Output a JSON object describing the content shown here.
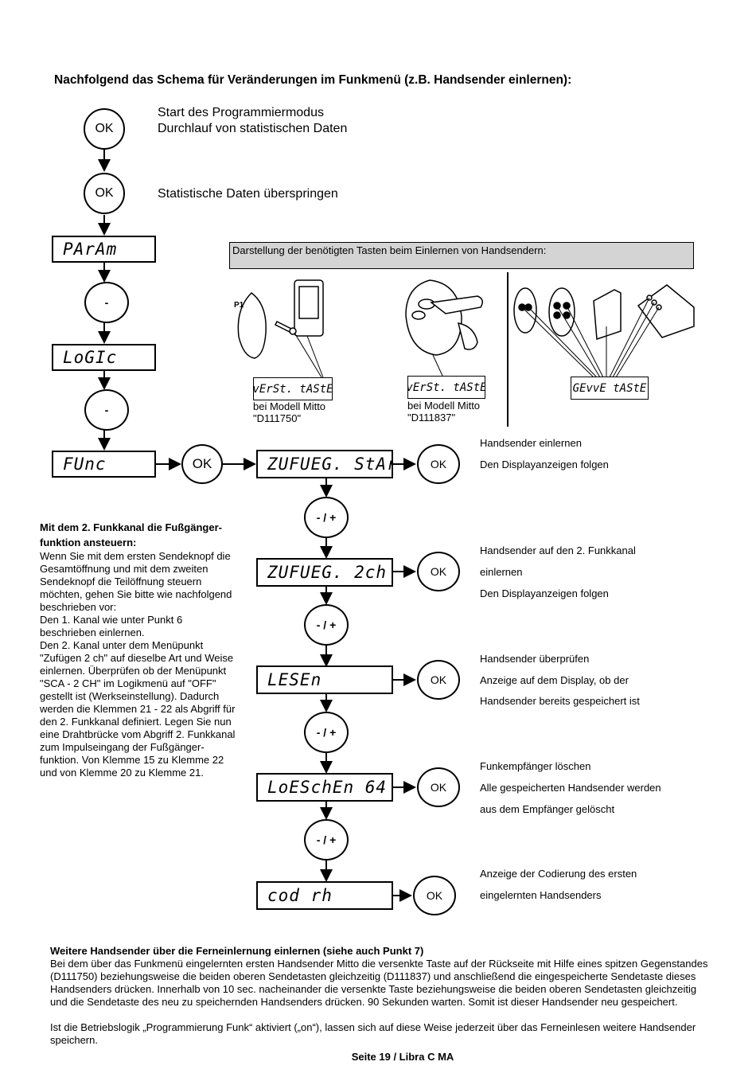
{
  "heading": "Nachfolgend das Schema für Veränderungen im Funkmenü (z.B. Handsender einlernen):",
  "ok_label": "OK",
  "dash_label": "-",
  "plusminus_label": "- / +",
  "start_text": [
    "Start des Programmiermodus",
    "Durchlauf von statistischen Daten"
  ],
  "skip_text": "Statistische Daten überspringen",
  "displays": {
    "param": "PArAm",
    "logic": "LoGIc",
    "func": "FUnc",
    "zufueg_start": "ZUFUEG. StArt",
    "zufueg_2ch": "ZUFUEG. 2ch",
    "lesen": "LESEn",
    "loeschen": "LoESchEn 64",
    "cod": "cod rh"
  },
  "keys_panel": {
    "title": "Darstellung der benötigten Tasten beim Einlernen von Handsendern:",
    "key1": "vErSt. tAStE",
    "key2": "vErSt. tAStE",
    "key3": "GEvvE tAStE",
    "model1": [
      "bei Modell Mitto",
      "\"D111750\""
    ],
    "model2": [
      "bei Modell Mitto",
      "\"D111837\""
    ]
  },
  "steps": [
    {
      "lines": [
        "Handsender einlernen",
        "Den Displayanzeigen folgen"
      ]
    },
    {
      "lines": [
        "Handsender auf den 2. Funkkanal",
        "einlernen",
        "Den Displayanzeigen folgen"
      ]
    },
    {
      "lines": [
        "Handsender überprüfen",
        "Anzeige auf dem Display, ob der",
        "Handsender bereits gespeichert ist"
      ]
    },
    {
      "lines": [
        "Funkempfänger löschen",
        "Alle gespeicherten Handsender werden",
        "aus dem Empfänger gelöscht"
      ]
    },
    {
      "lines": [
        "Anzeige der Codierung des ersten",
        "eingelernten Handsenders"
      ]
    }
  ],
  "left_block": {
    "title": [
      "Mit dem 2. Funkkanal die Fußgänger-",
      "funktion ansteuern:"
    ],
    "body": [
      "Wenn Sie mit dem ersten Sendeknopf die",
      "Gesamtöffnung und mit dem zweiten",
      "Sendeknopf die Teilöffnung steuern",
      "möchten, gehen Sie bitte wie nachfolgend",
      "beschrieben vor:",
      "Den 1. Kanal wie unter Punkt 6",
      "beschrieben einlernen.",
      "Den 2. Kanal unter dem Menüpunkt",
      "\"Zufügen 2 ch\" auf dieselbe Art und Weise",
      "einlernen. Überprüfen ob der Menüpunkt",
      "\"SCA - 2 CH\" im Logikmenü auf \"OFF\"",
      "gestellt ist (Werkseinstellung). Dadurch",
      "werden die Klemmen 21 - 22 als Abgriff für",
      "den 2. Funkkanal definiert. Legen Sie nun",
      "eine Drahtbrücke vom Abgriff 2. Funkkanal",
      "zum Impulseingang der Fußgänger-",
      "funktion. Von Klemme 15 zu Klemme 22",
      "und von Klemme 20 zu Klemme 21."
    ]
  },
  "bottom": {
    "title": "Weitere Handsender über die Ferneinlernung einlernen (siehe auch Punkt 7)",
    "para1": [
      "Bei dem über das Funkmenü eingelernten ersten Handsender Mitto die versenkte Taste auf der Rückseite mit Hilfe eines spitzen Gegenstandes",
      "(D111750) beziehungsweise die beiden oberen Sendetasten gleichzeitig (D111837) und anschließend die eingespeicherte Sendetaste dieses",
      "Handsenders drücken. Innerhalb von 10 sec. nacheinander die versenkte Taste beziehungsweise die beiden oberen Sendetasten gleichzeitig",
      "und die Sendetaste des neu zu speichernden Handsenders drücken. 90 Sekunden warten. Somit ist dieser Handsender neu gespeichert."
    ],
    "para2": [
      "Ist die Betriebslogik „Programmierung Funk“ aktiviert („on“), lassen sich auf diese Weise jederzeit über das Ferneinlesen weitere Handsender",
      "speichern."
    ]
  },
  "footer": "Seite 19 / Libra C MA"
}
